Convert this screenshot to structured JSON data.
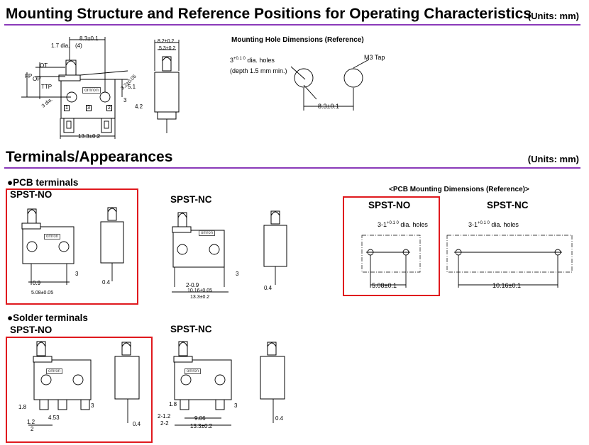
{
  "section1": {
    "title": "Mounting Structure and Reference Positions for Operating Characteristics",
    "units": "(Units: mm)",
    "mounting_hole_title": "Mounting Hole Dimensions (Reference)",
    "hole_label_a": "3",
    "hole_label_tol": "+0.1 0",
    "hole_label_b": "dia. holes",
    "hole_depth": "(depth 1.5 mm min.)",
    "tap_label": "M3 Tap",
    "hole_pitch": "8.3±0.1",
    "dims": {
      "top_width": "8.3±0.1",
      "dia": "1.7 dia.",
      "dia4": "(4)",
      "fp": "FP",
      "op": "OP",
      "ot": "OT",
      "ttp": "TTP",
      "d51": "5.1",
      "d42": "4.2",
      "d3b": "3",
      "d32": "3.2±0.05",
      "d3dia": "3 dia.",
      "width": "13.3±0.2",
      "side_w1": "8.2±0.2",
      "side_w2": "5.3±0.2",
      "brand": "omron",
      "t1": "1",
      "t2": "2",
      "t3": "3"
    }
  },
  "section2": {
    "title": "Terminals/Appearances",
    "units": "(Units: mm)",
    "pcb_heading": "●PCB terminals",
    "pcb_mount_heading": "<PCB Mounting Dimensions (Reference)>",
    "solder_heading": "●Solder terminals",
    "spst_no": "SPST-NO",
    "spst_nc": "SPST-NC",
    "pcb_dims": {
      "no_d09": "0.9",
      "no_pitch": "5.08±0.05",
      "no_d3": "3",
      "no_d04": "0.4",
      "nc_d209": "2-0.9",
      "nc_pitch": "10.16±0.05",
      "nc_width": "13.3±0.2",
      "nc_d3": "3",
      "nc_d04": "0.4"
    },
    "mount_dims": {
      "holes_label": "3-1",
      "holes_tol": "+0.1 0",
      "holes_suffix": "dia. holes",
      "no_pitch": "5.08±0.1",
      "nc_pitch": "10.16±0.1"
    },
    "solder_dims": {
      "no_d18": "1.8",
      "no_d453": "4.53",
      "no_d12": "1.2",
      "no_d2": "2",
      "no_d3": "3",
      "no_d04": "0.4",
      "nc_d18": "1.8",
      "nc_d212": "2-1.2",
      "nc_d22": "2-2",
      "nc_d906": "9.06",
      "nc_width": "13.3±0.2",
      "nc_d3": "3",
      "nc_d04": "0.4"
    }
  }
}
